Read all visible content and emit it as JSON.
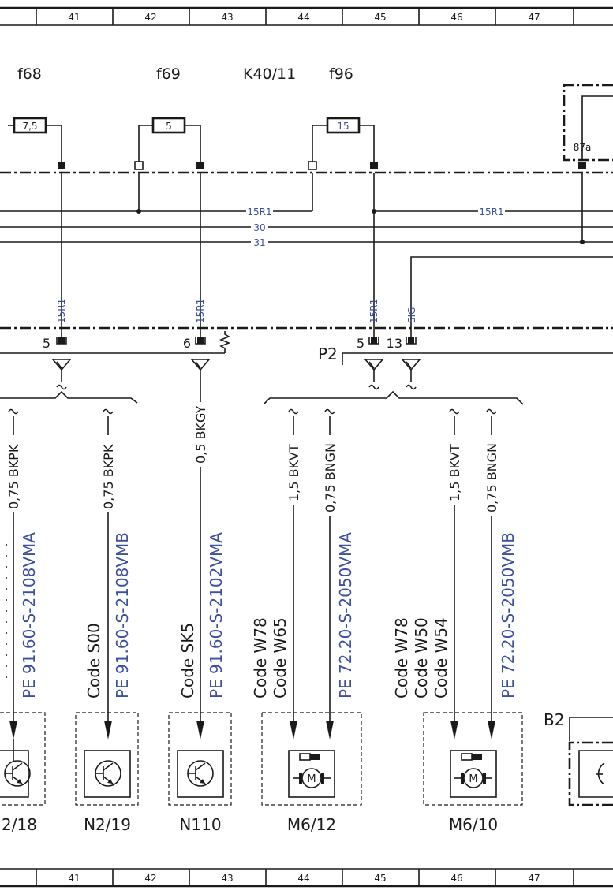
{
  "grid": {
    "cols": [
      "41",
      "42",
      "43",
      "44",
      "45",
      "46",
      "47"
    ]
  },
  "fuses": [
    {
      "name": "f68",
      "rating": "7,5"
    },
    {
      "name": "f69",
      "rating": "5"
    },
    {
      "name": "f96",
      "rating": "15"
    }
  ],
  "relay": {
    "name": "K40/11",
    "pin": "87a"
  },
  "buses": {
    "b15r1": "15R1",
    "b30": "30",
    "b31": "31"
  },
  "pins": {
    "p1": "15R1",
    "p2": "15R1",
    "p3": "15R1",
    "p4": "SIG",
    "n1": "5",
    "n2": "6",
    "n3": "5",
    "n4": "13"
  },
  "connector_label": "P2",
  "wires": {
    "w1": "0,75 BKPK",
    "w2": "0,75 BKPK",
    "w3": "0,5 BKGY",
    "w4": "1,5 BKVT",
    "w5": "0,75 BNGN",
    "w6": "1,5 BKVT",
    "w7": "0,75 BNGN"
  },
  "refs": {
    "r1": "PE 91.60-S-2108VMA",
    "r2": "PE 91.60-S-2108VMB",
    "r3": "PE 91.60-S-2102VMA",
    "r4": "PE 72.20-S-2050VMA",
    "r5": "PE 72.20-S-2050VMB"
  },
  "codes": {
    "c1": "Code S00",
    "c2": "Code SK5",
    "c3a": "Code W78",
    "c3b": "Code W65",
    "c4a": "Code W78",
    "c4b": "Code W50",
    "c4c": "Code W54"
  },
  "components": {
    "n218": "2/18",
    "n219": "N2/19",
    "n110": "N110",
    "m612": "M6/12",
    "m610": "M6/10",
    "b2": "B2"
  },
  "icons": {
    "transistor": "transistor-icon",
    "motor": "motor-icon"
  },
  "colors": {
    "line": "#1a1a1a",
    "annotation_blue": "#3c4fa0"
  }
}
